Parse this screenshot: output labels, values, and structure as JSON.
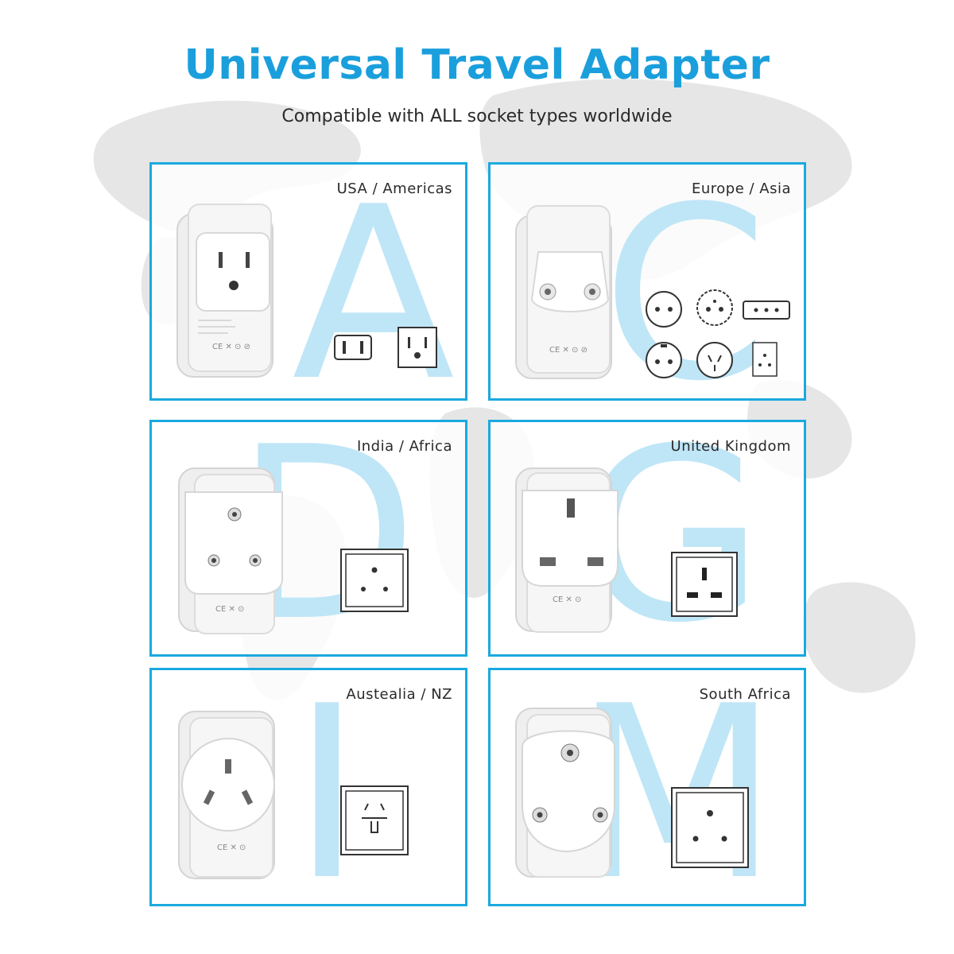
{
  "title": "Universal Travel Adapter",
  "subtitle": "Compatible with ALL socket types worldwide",
  "colors": {
    "accent": "#1aa9df",
    "title": "#1a9fdc",
    "letter": "#bfe6f7",
    "map": "#e6e6e6"
  },
  "cards": [
    {
      "letter": "A",
      "region": "USA / Americas",
      "plug_icon": "us-plug-icon",
      "socket_icons": [
        "type-a-socket-icon",
        "type-b-socket-icon"
      ]
    },
    {
      "letter": "C",
      "region": "Europe / Asia",
      "plug_icon": "eu-plug-icon",
      "socket_icons": [
        "type-c-socket-icon",
        "type-e-socket-icon",
        "type-j-socket-icon",
        "type-f-socket-icon",
        "type-h-socket-icon",
        "type-l-socket-icon"
      ]
    },
    {
      "letter": "D",
      "region": "India / Africa",
      "plug_icon": "india-plug-icon",
      "socket_icons": [
        "type-d-socket-icon"
      ]
    },
    {
      "letter": "G",
      "region": "United Kingdom",
      "plug_icon": "uk-plug-icon",
      "socket_icons": [
        "type-g-socket-icon"
      ]
    },
    {
      "letter": "I",
      "region": "Austealia / NZ",
      "plug_icon": "australia-plug-icon",
      "socket_icons": [
        "type-i-socket-icon"
      ]
    },
    {
      "letter": "M",
      "region": "South Africa",
      "plug_icon": "south-africa-plug-icon",
      "socket_icons": [
        "type-m-socket-icon"
      ]
    }
  ]
}
